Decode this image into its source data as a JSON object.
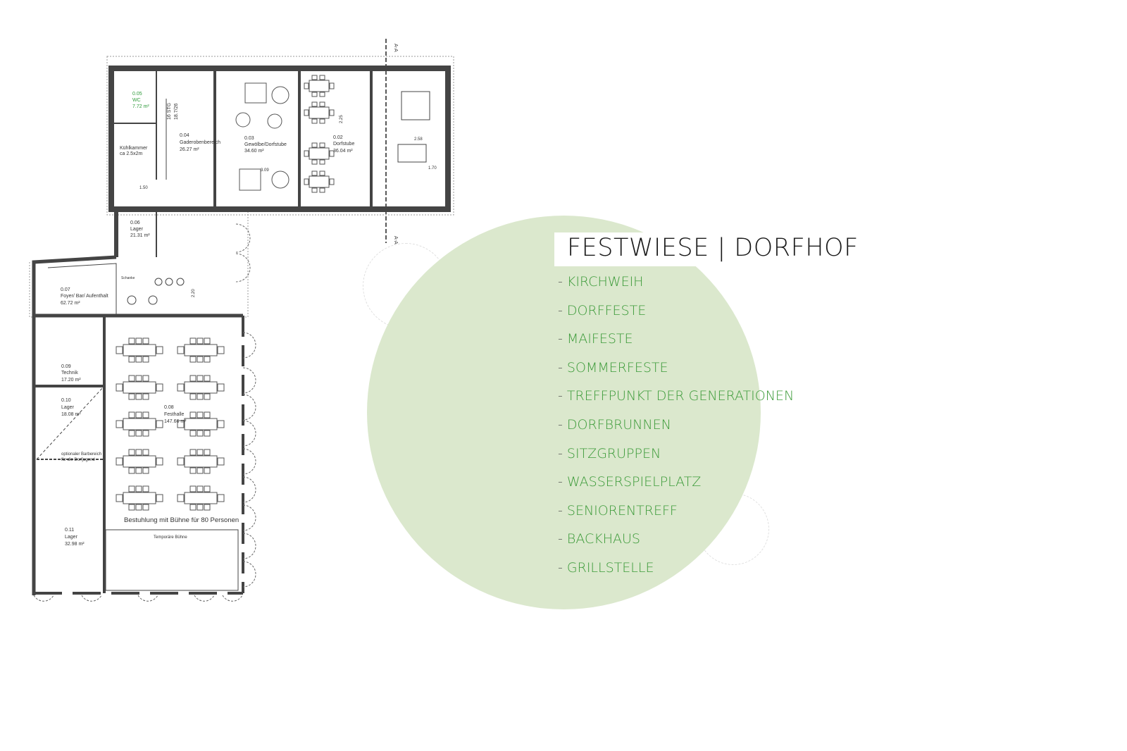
{
  "title": "FESTWIESE | DORFHOF",
  "list_prefix": "- ",
  "activities": [
    "KIRCHWEIH",
    "DORFFESTE",
    "MAIFESTE",
    "SOMMERFESTE",
    "TREFFPUNKT DER GENERATIONEN",
    "DORFBRUNNEN",
    "SITZGRUPPEN",
    "WASSERSPIELPLATZ",
    "SENIORENTREFF",
    "BACKHAUS",
    "GRILLSTELLE"
  ],
  "colors": {
    "circle": "#dbe8cd",
    "accent_green": "#3d9b3a",
    "wall": "#444444"
  },
  "plan": {
    "wc": {
      "num": "0.05",
      "name": "WC",
      "area": "7.72 m²"
    },
    "kuehl": {
      "line1": "Kühlkammer",
      "line2": "ca 2.5x2m"
    },
    "stairs": {
      "line1": "16 STG",
      "line2": "18.7/26"
    },
    "garderobe": {
      "num": "0.04",
      "name": "Gaderobenbereich",
      "area": "26.27 m²"
    },
    "gewoelbe": {
      "num": "0.03",
      "name": "Gewölbe/Dorfstube",
      "area": "34.60 m²"
    },
    "dorfstube": {
      "num": "0.02",
      "name": "Dorfstube",
      "area": "36.04 m²"
    },
    "lager06": {
      "num": "0.06",
      "name": "Lager",
      "area": "21.31 m²"
    },
    "foyer": {
      "num": "0.07",
      "name": "Foyer/ Bar/ Aufenthalt",
      "area": "62.72 m²"
    },
    "schanke": "Schanke",
    "technik": {
      "num": "0.09",
      "name": "Technik",
      "area": "17.20 m²"
    },
    "lager10": {
      "num": "0.10",
      "name": "Lager",
      "area": "18.08 m²"
    },
    "barbereich": {
      "line1": "optionaler Barbereich",
      "line2": "für die Dorfjugend"
    },
    "festhalle": {
      "num": "0.08",
      "name": "Festhalle",
      "area": "147.66 m²"
    },
    "bestuhlung": "Bestuhlung mit Bühne für 80 Personen",
    "lager11": {
      "num": "0.11",
      "name": "Lager",
      "area": "32.98 m²"
    },
    "buehne": "Temporäre Bühne",
    "dims": {
      "d150": "1.50",
      "d225": "2.25",
      "d258": "2.58",
      "d170": "1.70",
      "d220": "2.20",
      "d309": "3.09"
    },
    "section": "A-A"
  }
}
